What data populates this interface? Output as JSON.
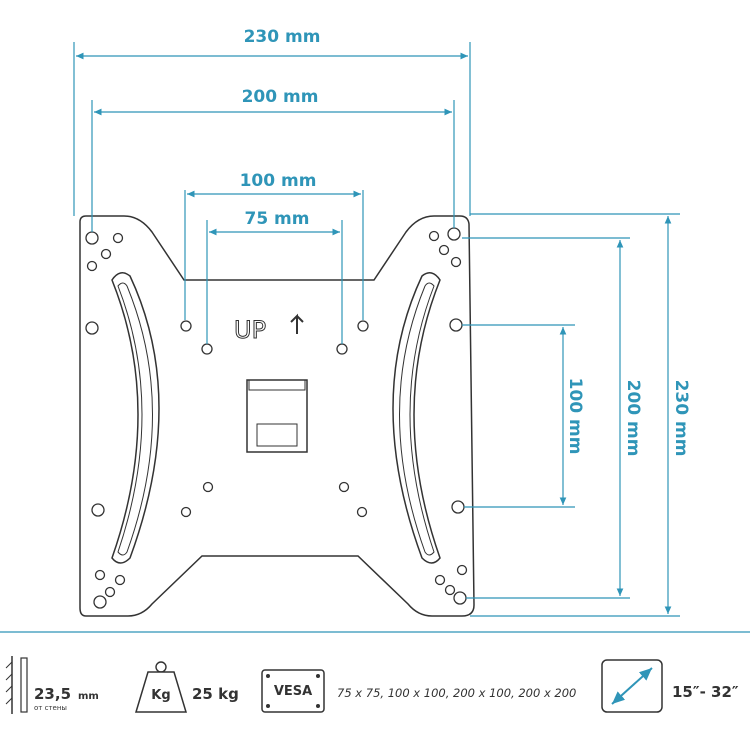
{
  "colors": {
    "accent": "#2f95b8",
    "outline": "#333333",
    "plate_fill": "#ffffff"
  },
  "dimensions": {
    "width_230": "230 mm",
    "width_200": "200 mm",
    "width_100": "100 mm",
    "width_75": "75 mm",
    "height_100": "100 mm",
    "height_200": "200 mm",
    "height_230": "230 mm"
  },
  "plate": {
    "up_label": "UP"
  },
  "specs": {
    "wall_distance_value": "23,5",
    "wall_distance_unit": "mm",
    "wall_distance_caption": "от стены",
    "weight_icon_label": "Kg",
    "max_load": "25 kg",
    "vesa_badge": "VESA",
    "vesa_patterns": "75 x 75, 100 x 100, 200 x 100, 200 x 200",
    "screen_size": "15″- 32″"
  },
  "icons": [
    "wall-distance-icon",
    "weight-icon",
    "vesa-icon",
    "screen-diagonal-icon",
    "up-arrow-icon"
  ]
}
